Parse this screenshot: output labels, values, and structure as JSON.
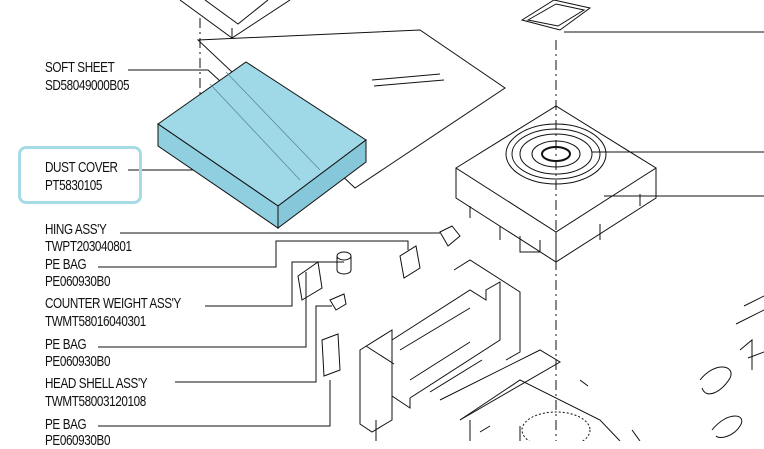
{
  "diagram": {
    "parts": [
      {
        "name": "SOFT SHEET",
        "code": "SD58049000B05"
      },
      {
        "name": "DUST COVER",
        "code": "PT5830105",
        "highlighted": true
      },
      {
        "name": "HING ASS'Y",
        "code": "TWPT203040801"
      },
      {
        "name": "PE BAG",
        "code": "PE060930B0"
      },
      {
        "name": "COUNTER WEIGHT ASS'Y",
        "code": "TWMT58016040301"
      },
      {
        "name": "PE BAG",
        "code": "PE060930B0"
      },
      {
        "name": "HEAD SHELL ASS'Y",
        "code": "TWMT58003120108"
      },
      {
        "name": "PE BAG",
        "code": "PE060930B0"
      }
    ],
    "highlight_color": "#a7dbe6",
    "cover_color": "#9fd9e8"
  }
}
